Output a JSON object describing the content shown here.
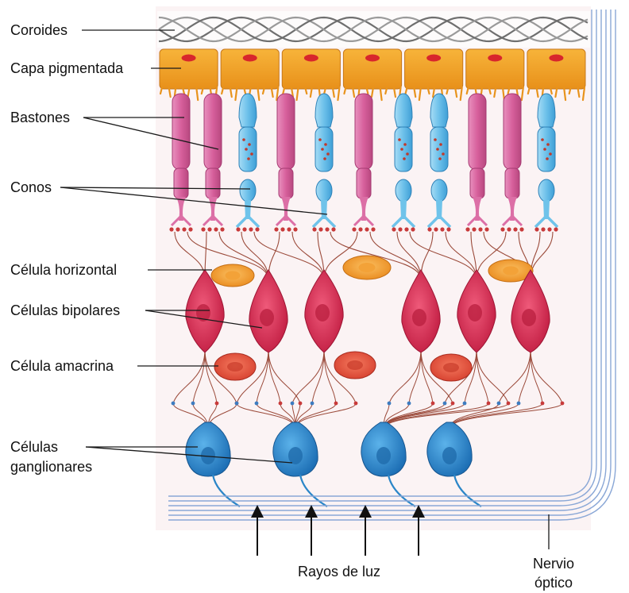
{
  "labels": {
    "coroides": "Coroides",
    "capa_pigmentada": "Capa pigmentada",
    "bastones": "Bastones",
    "conos": "Conos",
    "celula_horizontal": "Célula horizontal",
    "celulas_bipolares": "Células bipolares",
    "celula_amacrina": "Célula amacrina",
    "celulas_ganglionares_1": "Células",
    "celulas_ganglionares_2": "ganglionares",
    "rayos_de_luz": "Rayos de luz",
    "nervio_optico_1": "Nervio",
    "nervio_optico_2": "óptico"
  },
  "colors": {
    "choroid": "#6f6f6f",
    "pigment": "#f0a321",
    "pigment_nucleus": "#d8262c",
    "rod": "#dc6fa6",
    "cone": "#6fc3ea",
    "horizontal_cell": "#f0a030",
    "bipolar_cell": "#d22a4d",
    "amacrine_cell": "#e0503e",
    "ganglion_cell": "#2b86c8",
    "nerve_fiber": "#8aa7d6",
    "synapse": "#c83a3a"
  },
  "cells": {
    "photoreceptors": [
      "rod",
      "rod",
      "cone",
      "rod",
      "cone",
      "rod",
      "cone",
      "cone",
      "rod",
      "rod",
      "cone"
    ],
    "pigment_cells": 7,
    "horizontal_cells": 3,
    "bipolar_cells": 6,
    "amacrine_cells": 3,
    "ganglion_cells": 4,
    "light_arrows": 4
  }
}
